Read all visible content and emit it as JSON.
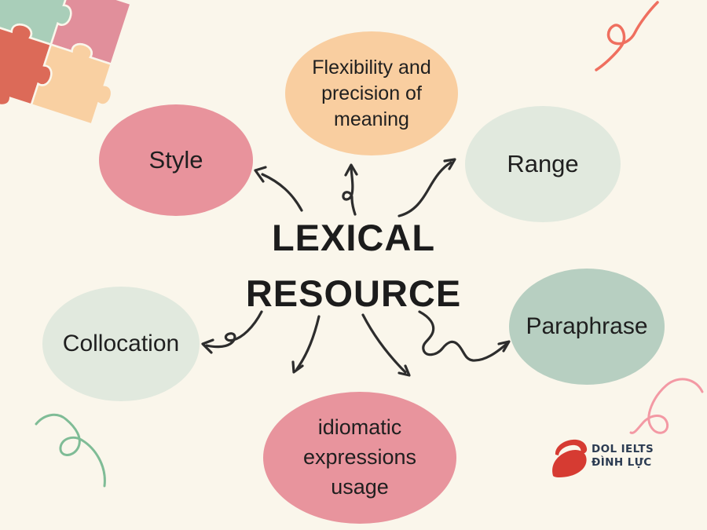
{
  "canvas": {
    "background": "#FAF6EB"
  },
  "title": {
    "line1": "LEXICAL",
    "line2": "RESOURCE",
    "color": "#1C1C1C"
  },
  "nodes": {
    "flexibility": {
      "label": "Flexibility and precision of meaning",
      "color": "#F9CEA0"
    },
    "style": {
      "label": "Style",
      "color": "#E8939C"
    },
    "range": {
      "label": "Range",
      "color": "#E1E9DE"
    },
    "collocation": {
      "label": "Collocation",
      "color": "#E1E9DE"
    },
    "paraphrase": {
      "label": "Paraphrase",
      "color": "#B7CFC1"
    },
    "idiomatic": {
      "label": "idiomatic expressions usage",
      "color": "#E8949D"
    }
  },
  "arrows": {
    "color": "#2D2D2D"
  },
  "decorations": {
    "puzzle_sage": "#A9CEB9",
    "puzzle_pink": "#E18F9B",
    "puzzle_red": "#DC6A58",
    "puzzle_peach": "#F9D0A2",
    "coral_squiggle": "#EF6F5F",
    "green_squiggle": "#7FBC96",
    "pink_squiggle": "#F399A4"
  },
  "logo": {
    "line1": "DOL IELTS",
    "line2": "ĐÌNH LỰC",
    "mark_color": "#D63B32",
    "text_color": "#2B3B52"
  }
}
